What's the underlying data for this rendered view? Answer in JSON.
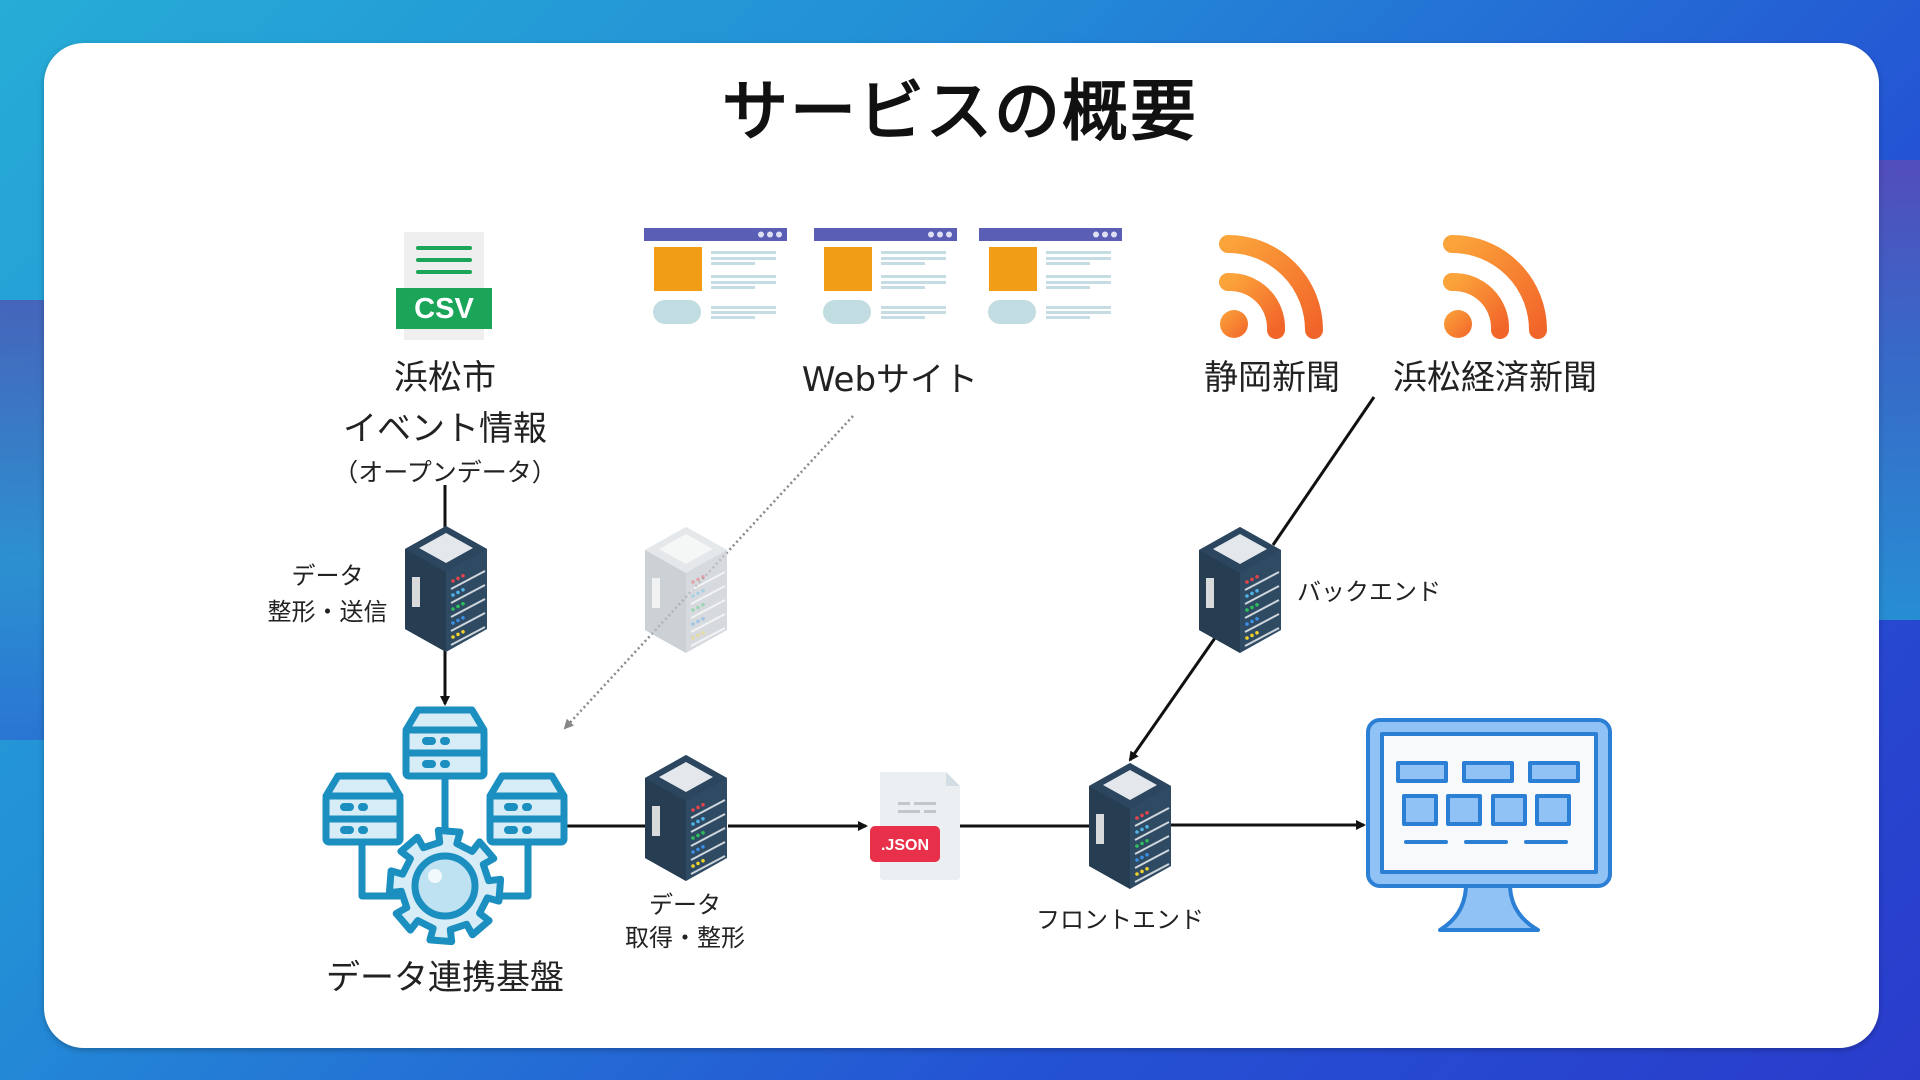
{
  "slide": {
    "title": "サービスの概要"
  },
  "sources": {
    "open_data": {
      "icon": "csv-file-icon",
      "file_badge": "CSV",
      "line1": "浜松市",
      "line2": "イベント情報",
      "line3": "（オープンデータ）"
    },
    "websites": {
      "icon": "webpage-icon",
      "label": "Webサイト",
      "count": 3
    },
    "rss_feeds": [
      {
        "icon": "rss-icon",
        "label": "静岡新聞"
      },
      {
        "icon": "rss-icon",
        "label": "浜松経済新聞"
      }
    ]
  },
  "servers": {
    "data_send": {
      "icon": "server-icon",
      "line1": "データ",
      "line2": "整形・送信"
    },
    "scraper": {
      "icon": "server-icon",
      "state": "faded"
    },
    "data_fetch": {
      "icon": "server-icon",
      "line1": "データ",
      "line2": "取得・整形"
    },
    "backend": {
      "icon": "server-icon",
      "label": "バックエンド"
    },
    "frontend": {
      "icon": "server-icon",
      "label": "フロントエンド"
    }
  },
  "platform": {
    "icon": "data-platform-icon",
    "label": "データ連携基盤"
  },
  "json_file": {
    "icon": "json-file-icon",
    "badge": ".JSON"
  },
  "display": {
    "icon": "monitor-icon"
  },
  "colors": {
    "server_body": "#2f4a63",
    "platform_blue": "#1b8fbf",
    "rss_orange": "#f57a2b",
    "webpage_header": "#5a5fb5",
    "webpage_image": "#f19e16",
    "csv_green": "#1aa558",
    "json_red": "#e8304a",
    "monitor_blue": "#2b7fd4"
  }
}
